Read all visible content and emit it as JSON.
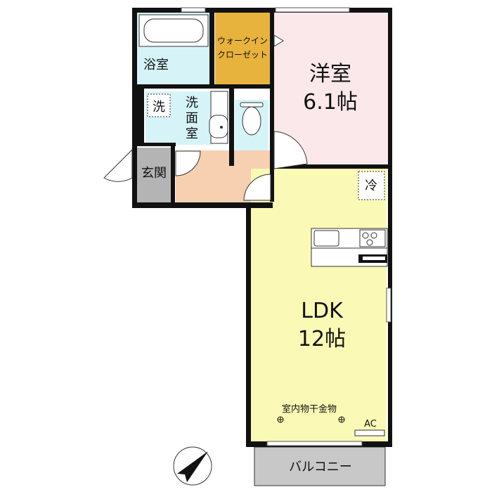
{
  "rooms": {
    "bath": "浴室",
    "closet_line1": "ウォークイン",
    "closet_line2": "クローゼット",
    "western_name": "洋室",
    "western_size": "6.1帖",
    "washer": "洗",
    "washroom_1": "洗",
    "washroom_2": "面",
    "washroom_3": "室",
    "entrance": "玄関",
    "fridge": "冷",
    "ldk_name": "LDK",
    "ldk_size": "12帖",
    "drying_hardware": "室内物干金物",
    "ac": "AC",
    "balcony": "バルコニー"
  },
  "colors": {
    "bath": "#d6f4f8",
    "closet": "#e8b33c",
    "western": "#fbe8ea",
    "hall": "#f6d0b0",
    "entrance": "#b4b4b4",
    "ldk": "#fafab6",
    "balcony": "#c8c8c8"
  },
  "icons": [
    "compass-north-arrow-icon",
    "bathtub-icon",
    "toilet-icon",
    "sink-icon",
    "stove-icon",
    "kitchen-sink-icon"
  ]
}
